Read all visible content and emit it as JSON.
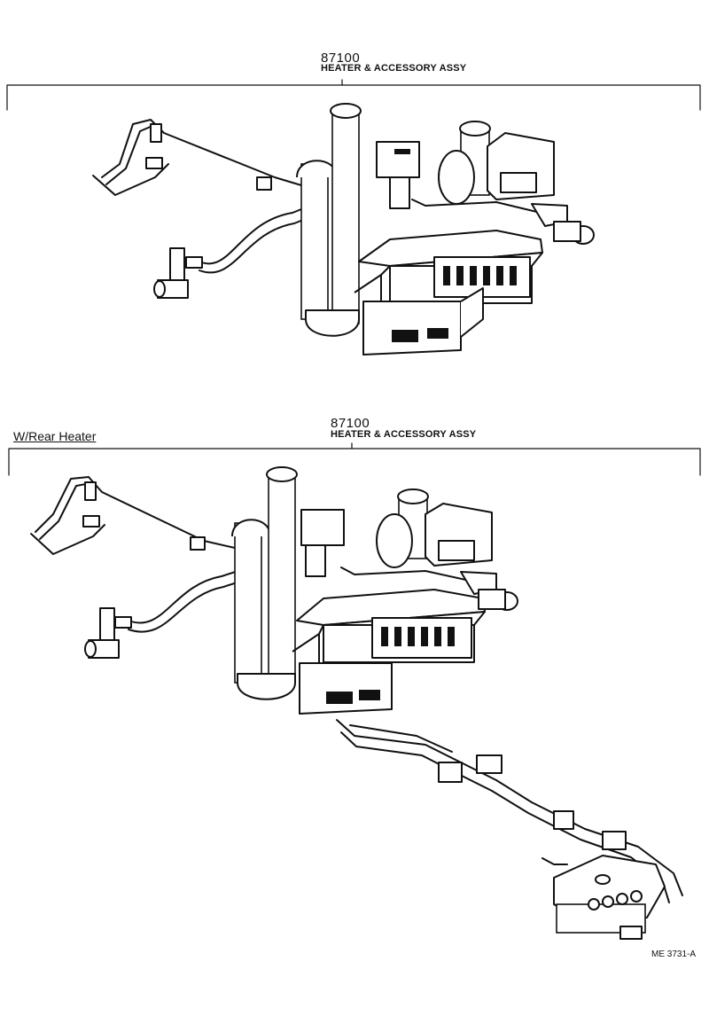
{
  "sections": [
    {
      "part_number": "87100",
      "title": "HEATER & ACCESSORY ASSY",
      "variant": ""
    },
    {
      "part_number": "87100",
      "title": "HEATER & ACCESSORY ASSY",
      "variant": "W/Rear  Heater"
    }
  ],
  "reference": "ME 3731-A"
}
